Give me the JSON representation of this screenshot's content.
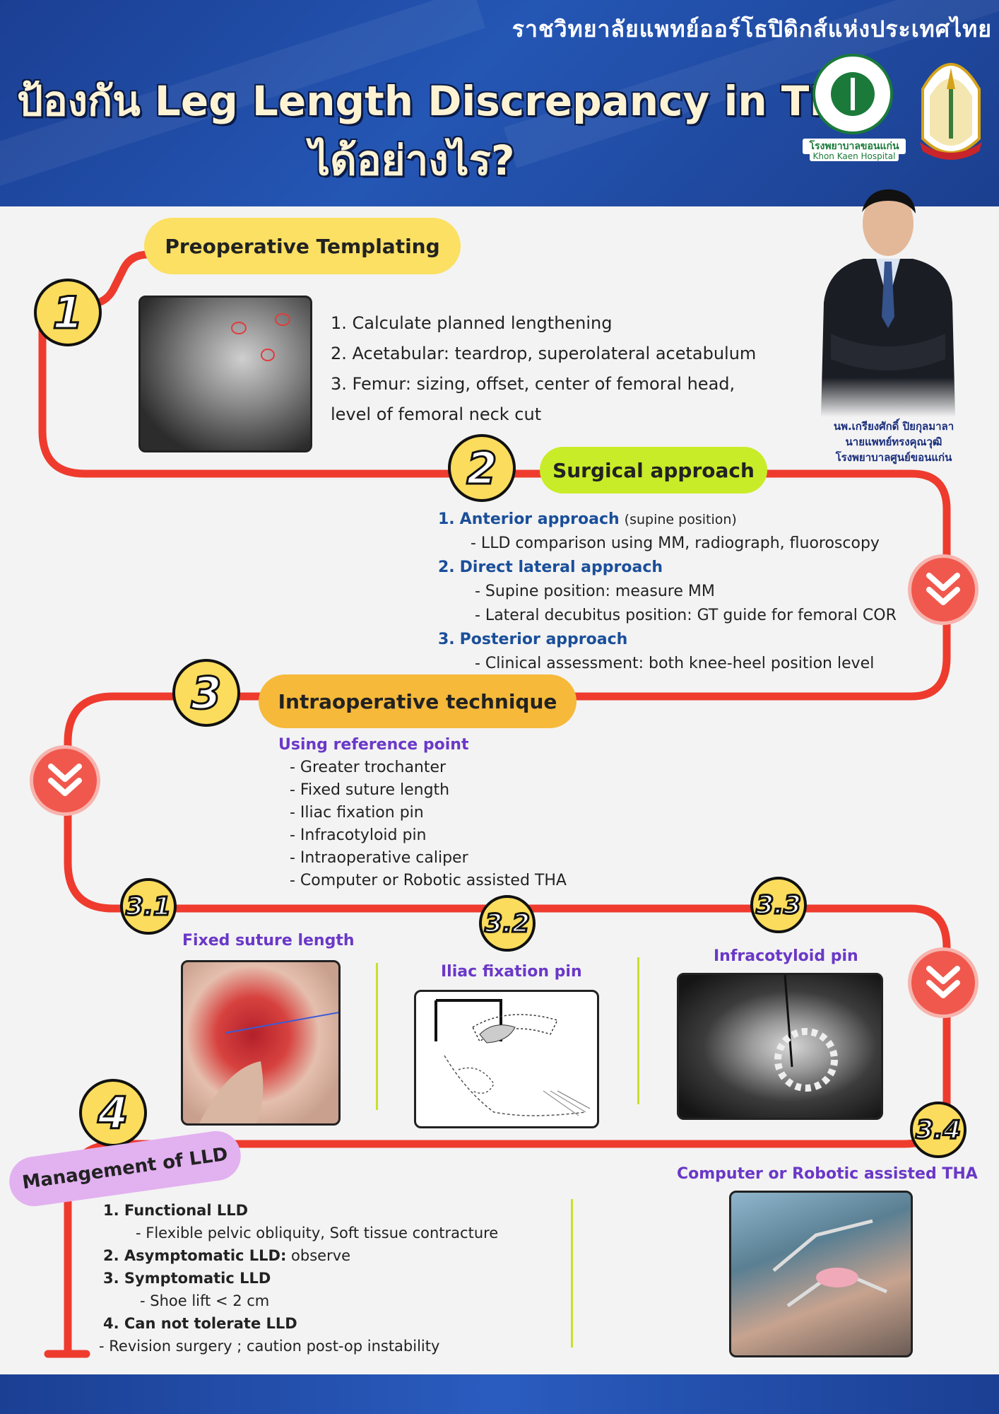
{
  "header": {
    "society": "ราชวิทยาลัยแพทย์ออร์โธปิดิกส์แห่งประเทศไทย",
    "title_line1": "ป้องกัน Leg Length Discrepancy in THA",
    "title_line2": "ได้อย่างไร?",
    "hospital_th": "โรงพยาบาลขอนแก่น",
    "hospital_en": "Khon Kaen Hospital"
  },
  "doctor": {
    "name": "นพ.เกรียงศักดิ์ ปิยกุลมาลา",
    "title": "นายแพทย์ทรงคุณวุฒิ",
    "hospital": "โรงพยาบาลศูนย์ขอนแก่น"
  },
  "steps": {
    "s1": {
      "number": "1",
      "title": "Preoperative Templating",
      "items": [
        "1.  Calculate planned lengthening",
        "2.  Acetabular: teardrop, superolateral acetabulum",
        "3.  Femur: sizing, offset, center of femoral head,",
        "      level of femoral neck cut"
      ]
    },
    "s2": {
      "number": "2",
      "title": "Surgical approach",
      "a1_num": "1.",
      "a1_title": "Anterior approach",
      "a1_note": "(supine position)",
      "a1_d1": "- LLD comparison using MM, radiograph, fluoroscopy",
      "a2_num": "2.",
      "a2_title": "Direct lateral approach",
      "a2_d1": "- Supine position: measure MM",
      "a2_d2": "- Lateral decubitus position: GT guide for femoral COR",
      "a3_num": "3.",
      "a3_title": "Posterior approach",
      "a3_d1": "- Clinical assessment: both knee-heel position level"
    },
    "s3": {
      "number": "3",
      "title": "Intraoperative technique",
      "subtitle": "Using reference point",
      "items": [
        "- Greater trochanter",
        "- Fixed suture length",
        "- Iliac fixation pin",
        "- Infracotyloid pin",
        "- Intraoperative caliper",
        "- Computer or Robotic assisted THA"
      ],
      "sub": [
        {
          "number": "3.1",
          "label": "Fixed suture length"
        },
        {
          "number": "3.2",
          "label": "Iliac fixation pin"
        },
        {
          "number": "3.3",
          "label": "Infracotyloid pin"
        },
        {
          "number": "3.4",
          "label": "Computer or Robotic assisted THA"
        }
      ]
    },
    "s4": {
      "number": "4",
      "title": "Management of LLD",
      "i1": "1.  Functional LLD",
      "i1_d": "- Flexible pelvic obliquity,  Soft tissue contracture",
      "i2_b": "2.  Asymptomatic LLD:",
      "i2_r": " observe",
      "i3": "3.  Symptomatic LLD",
      "i3_d": "- Shoe lift < 2 cm",
      "i4": "4. Can not tolerate LLD",
      "i4_d": "- Revision surgery ; caution post-op instability"
    }
  },
  "colors": {
    "header_blue": "#2456b4",
    "path_red": "#ee3b2e",
    "bubble_yellow": "#fbdc5c",
    "chevron_red": "#f0584d",
    "accent_purple": "#6a38c7",
    "accent_blue": "#1a4f9a"
  }
}
